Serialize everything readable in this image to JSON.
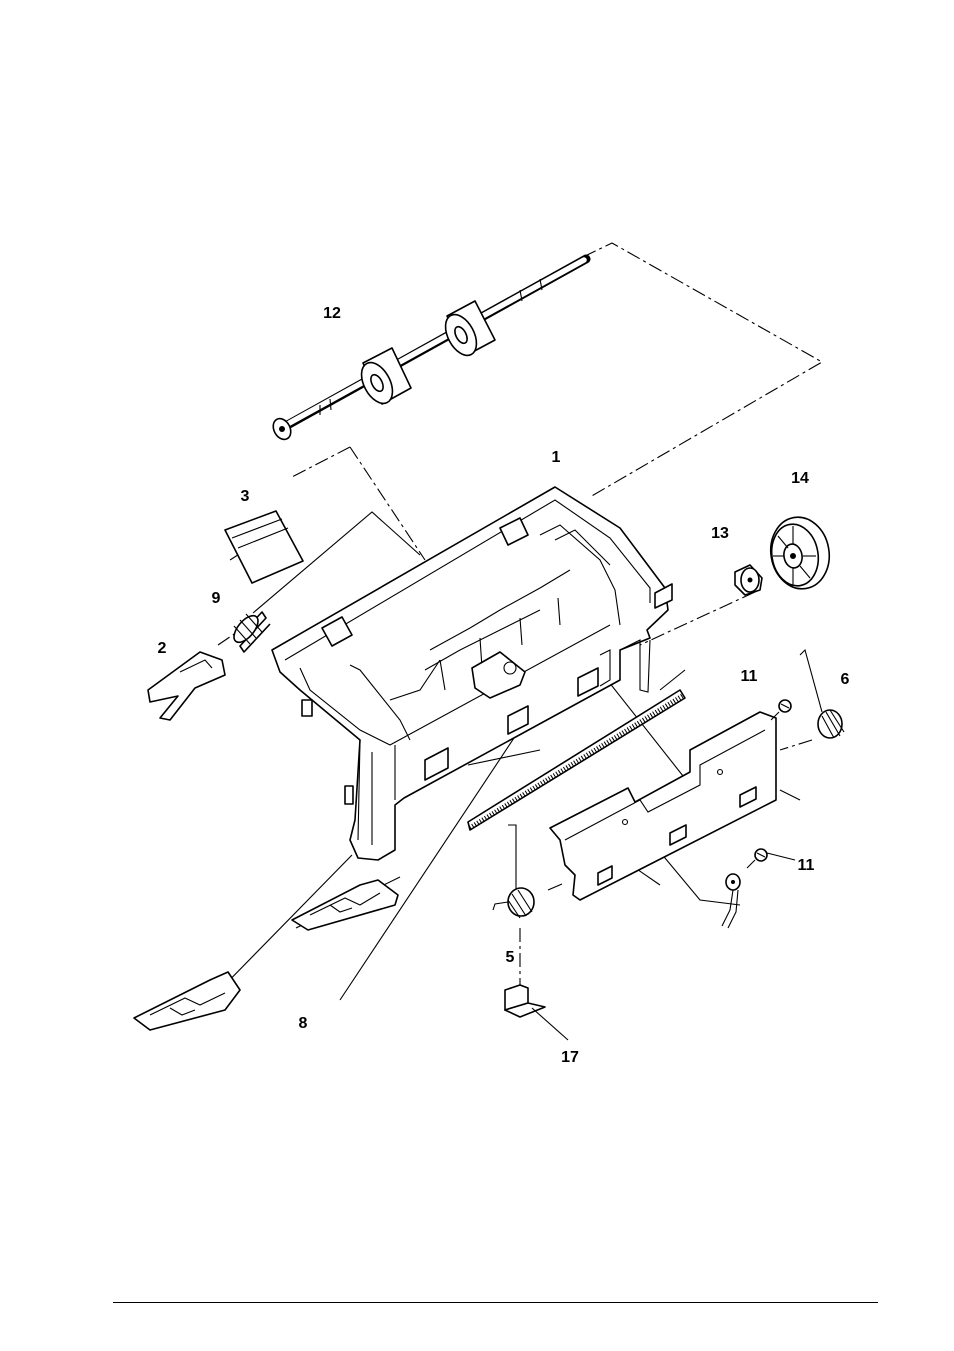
{
  "callouts": {
    "c1": "1",
    "c2": "2",
    "c3": "3",
    "c5": "5",
    "c6": "6",
    "c8": "8",
    "c9": "9",
    "c11a": "11",
    "c11b": "11",
    "c12": "12",
    "c13": "13",
    "c14": "14",
    "c17": "17"
  }
}
